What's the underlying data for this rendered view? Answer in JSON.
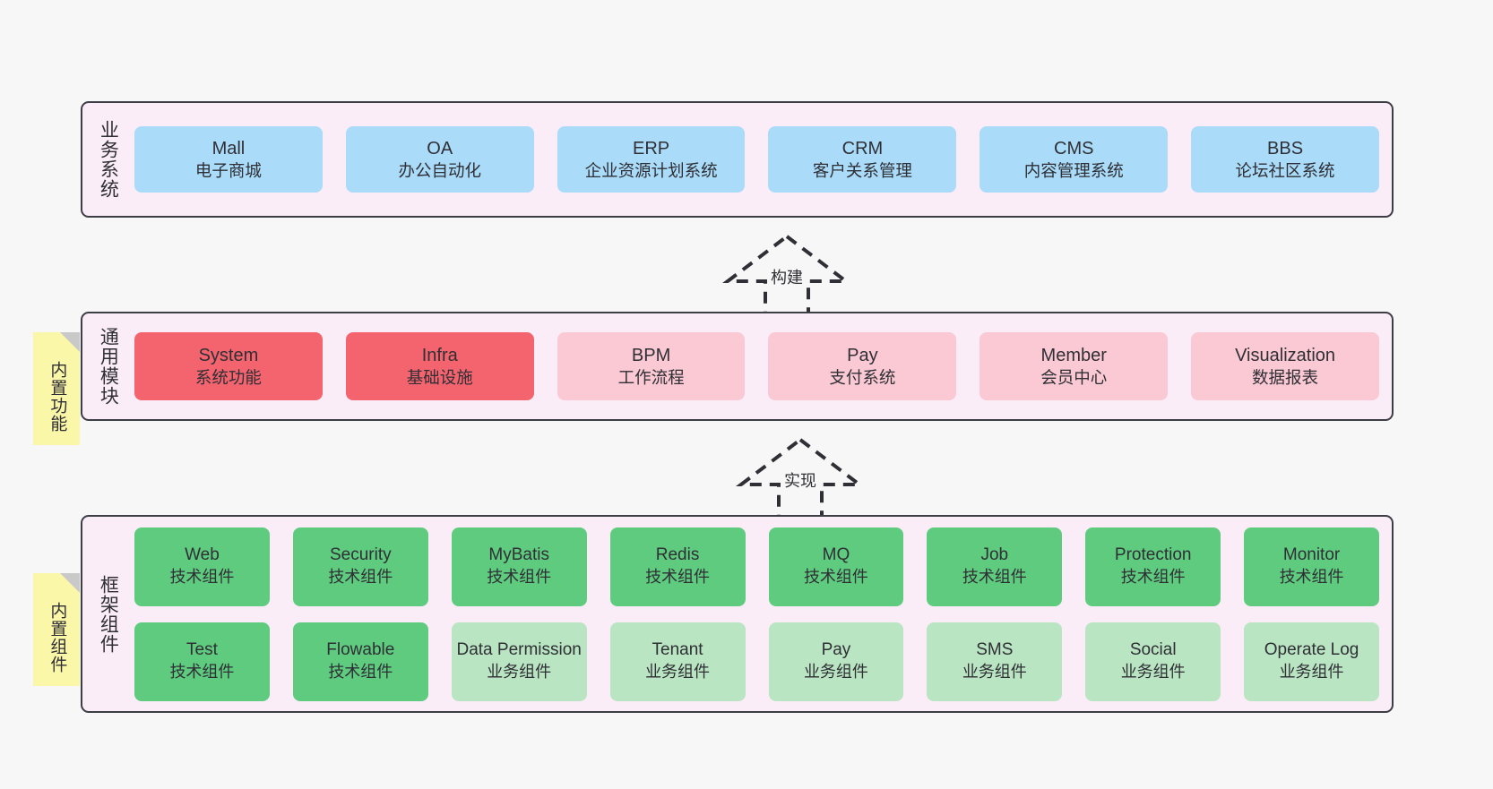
{
  "theme": {
    "background": "#f7f7f7",
    "layer_fill": "#faedf7",
    "layer_border": "#3d3d46",
    "sticky_fill": "#fbf7a8",
    "blue": "#aadcfa",
    "red": "#f4646e",
    "pink": "#fac9d4",
    "green": "#5ecb7f",
    "light_green": "#b9e5c2",
    "text": "#2f2f35"
  },
  "layers": [
    {
      "id": "business-systems",
      "title": "业务系统",
      "rows": [
        {
          "cards": [
            {
              "t1": "Mall",
              "t2": "电子商城",
              "fill": "#aadcfa"
            },
            {
              "t1": "OA",
              "t2": "办公自动化",
              "fill": "#aadcfa"
            },
            {
              "t1": "ERP",
              "t2": "企业资源计划系统",
              "fill": "#aadcfa"
            },
            {
              "t1": "CRM",
              "t2": "客户关系管理",
              "fill": "#aadcfa"
            },
            {
              "t1": "CMS",
              "t2": "内容管理系统",
              "fill": "#aadcfa"
            },
            {
              "t1": "BBS",
              "t2": "论坛社区系统",
              "fill": "#aadcfa"
            }
          ]
        }
      ]
    },
    {
      "id": "common-modules",
      "title": "通用模块",
      "sticky": "内置功能",
      "rows": [
        {
          "cards": [
            {
              "t1": "System",
              "t2": "系统功能",
              "fill": "#f4646e"
            },
            {
              "t1": "Infra",
              "t2": "基础设施",
              "fill": "#f4646e"
            },
            {
              "t1": "BPM",
              "t2": "工作流程",
              "fill": "#fac9d4"
            },
            {
              "t1": "Pay",
              "t2": "支付系统",
              "fill": "#fac9d4"
            },
            {
              "t1": "Member",
              "t2": "会员中心",
              "fill": "#fac9d4"
            },
            {
              "t1": "Visualization",
              "t2": "数据报表",
              "fill": "#fac9d4"
            }
          ]
        }
      ]
    },
    {
      "id": "framework-components",
      "title": "框架组件",
      "sticky": "内置组件",
      "rows": [
        {
          "cards": [
            {
              "t1": "Web",
              "t2": "技术组件",
              "fill": "#5ecb7f"
            },
            {
              "t1": "Security",
              "t2": "技术组件",
              "fill": "#5ecb7f"
            },
            {
              "t1": "MyBatis",
              "t2": "技术组件",
              "fill": "#5ecb7f"
            },
            {
              "t1": "Redis",
              "t2": "技术组件",
              "fill": "#5ecb7f"
            },
            {
              "t1": "MQ",
              "t2": "技术组件",
              "fill": "#5ecb7f"
            },
            {
              "t1": "Job",
              "t2": "技术组件",
              "fill": "#5ecb7f"
            },
            {
              "t1": "Protection",
              "t2": "技术组件",
              "fill": "#5ecb7f"
            },
            {
              "t1": "Monitor",
              "t2": "技术组件",
              "fill": "#5ecb7f"
            }
          ]
        },
        {
          "cards": [
            {
              "t1": "Test",
              "t2": "技术组件",
              "fill": "#5ecb7f"
            },
            {
              "t1": "Flowable",
              "t2": "技术组件",
              "fill": "#5ecb7f"
            },
            {
              "t1": "Data Permission",
              "t2": "业务组件",
              "fill": "#b9e5c2"
            },
            {
              "t1": "Tenant",
              "t2": "业务组件",
              "fill": "#b9e5c2"
            },
            {
              "t1": "Pay",
              "t2": "业务组件",
              "fill": "#b9e5c2"
            },
            {
              "t1": "SMS",
              "t2": "业务组件",
              "fill": "#b9e5c2"
            },
            {
              "t1": "Social",
              "t2": "业务组件",
              "fill": "#b9e5c2"
            },
            {
              "t1": "Operate Log",
              "t2": "业务组件",
              "fill": "#b9e5c2"
            }
          ]
        }
      ]
    }
  ],
  "connectors": [
    {
      "id": "build",
      "label": "构建"
    },
    {
      "id": "implement",
      "label": "实现"
    }
  ]
}
